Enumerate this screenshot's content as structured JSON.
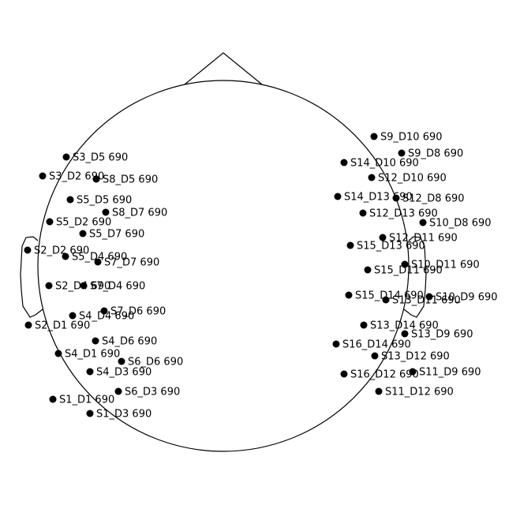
{
  "colors": {
    "background": "#ffffff",
    "stroke": "#000000",
    "marker": "#000000"
  },
  "head": {
    "outline": "head-circle",
    "nose": "triangle",
    "ears": "left-and-right"
  },
  "channels": [
    {
      "label": "S3_D5 690"
    },
    {
      "label": "S3_D2 690"
    },
    {
      "label": "S8_D5 690"
    },
    {
      "label": "S5_D5 690"
    },
    {
      "label": "S8_D7 690"
    },
    {
      "label": "S5_D2 690"
    },
    {
      "label": "S5_D7 690"
    },
    {
      "label": "S2_D2 690"
    },
    {
      "label": "S5_D4 690"
    },
    {
      "label": "S7_D7 690"
    },
    {
      "label": "S2_D4 690"
    },
    {
      "label": "S7_D4 690"
    },
    {
      "label": "S7_D6 690"
    },
    {
      "label": "S4_D4 690"
    },
    {
      "label": "S2_D1 690"
    },
    {
      "label": "S4_D6 690"
    },
    {
      "label": "S4_D1 690"
    },
    {
      "label": "S6_D6 690"
    },
    {
      "label": "S4_D3 690"
    },
    {
      "label": "S6_D3 690"
    },
    {
      "label": "S1_D1 690"
    },
    {
      "label": "S1_D3 690"
    },
    {
      "label": "S9_D10 690"
    },
    {
      "label": "S9_D8 690"
    },
    {
      "label": "S14_D10 690"
    },
    {
      "label": "S12_D10 690"
    },
    {
      "label": "S14_D13 690"
    },
    {
      "label": "S12_D8 690"
    },
    {
      "label": "S12_D13 690"
    },
    {
      "label": "S10_D8 690"
    },
    {
      "label": "S12_D11 690"
    },
    {
      "label": "S15_D13 690"
    },
    {
      "label": "S10_D11 690"
    },
    {
      "label": "S15_D11 690"
    },
    {
      "label": "S15_D14 690"
    },
    {
      "label": "S10_D9 690"
    },
    {
      "label": "S13_D11 690"
    },
    {
      "label": "S13_D14 690"
    },
    {
      "label": "S13_D9 690"
    },
    {
      "label": "S16_D14 690"
    },
    {
      "label": "S13_D12 690"
    },
    {
      "label": "S11_D9 690"
    },
    {
      "label": "S16_D12 690"
    },
    {
      "label": "S11_D12 690"
    }
  ]
}
